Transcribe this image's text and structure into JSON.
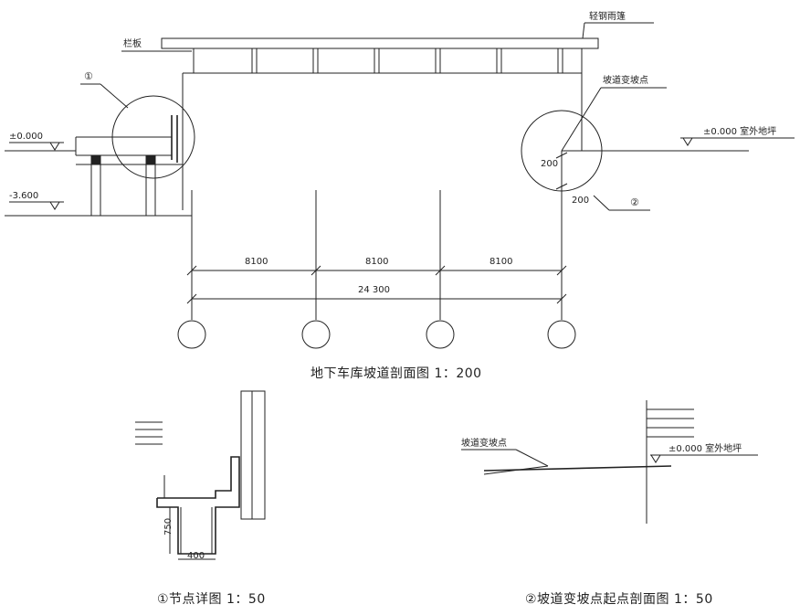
{
  "main_section": {
    "labels": {
      "canopy": "轻钢雨篷",
      "railing": "栏板",
      "slope_change_point": "坡道变坡点",
      "level_zero": "±0.000",
      "level_minus": "-3.600",
      "outdoor_level": "±0.000 室外地坪"
    },
    "callouts": [
      "①",
      "②"
    ],
    "dimensions": {
      "bays": [
        "8100",
        "8100",
        "8100"
      ],
      "total": "24 300",
      "vertical_a": "200",
      "vertical_b": "200"
    },
    "title": "地下车库坡道剖面图 1：200"
  },
  "detail_1": {
    "dimensions": {
      "height": "750",
      "width": "400"
    },
    "title": "①节点详图 1：50"
  },
  "detail_2": {
    "labels": {
      "slope_change_point": "坡道变坡点",
      "outdoor_level": "±0.000 室外地坪"
    },
    "title": "②坡道变坡点起点剖面图 1：50"
  }
}
